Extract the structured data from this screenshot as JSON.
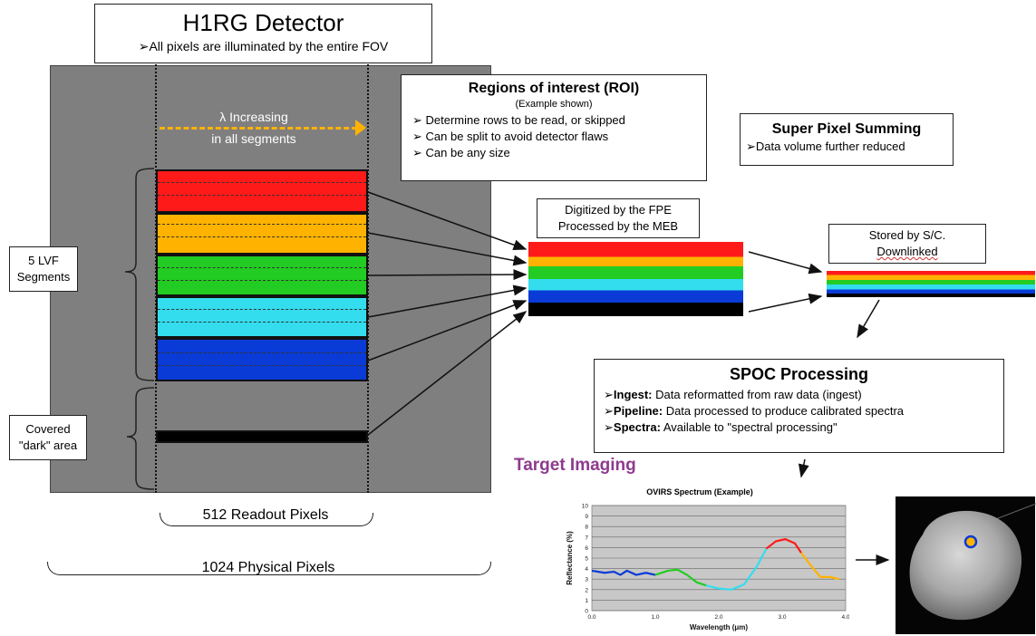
{
  "detector": {
    "title": "H1RG Detector",
    "subtitle": "➢All pixels are illuminated by the entire FOV",
    "lambda_line1": "λ Increasing",
    "lambda_line2": "in all segments",
    "segments_label_line1": "5 LVF",
    "segments_label_line2": "Segments",
    "dark_label_line1": "Covered",
    "dark_label_line2": "\"dark\" area",
    "readout_pixels": "512 Readout Pixels",
    "physical_pixels": "1024 Physical Pixels"
  },
  "roi": {
    "title": "Regions of interest (ROI)",
    "subtitle": "(Example shown)",
    "bullets": [
      "➢ Determine rows to be read, or skipped",
      "➢ Can be split to avoid detector flaws",
      "➢ Can be any size"
    ]
  },
  "summing": {
    "title": "Super Pixel Summing",
    "bullet": "➢Data volume further reduced"
  },
  "fpe": {
    "line1": "Digitized by the FPE",
    "line2": "Processed by the MEB"
  },
  "stored": {
    "line1": "Stored by S/C.",
    "line2": "Downlinked"
  },
  "spoc": {
    "title": "SPOC Processing",
    "items": [
      {
        "key": "➢Ingest:",
        "text": " Data reformatted from raw data (ingest)"
      },
      {
        "key": "➢Pipeline:",
        "text": " Data processed to produce calibrated spectra"
      },
      {
        "key": "➢Spectra:",
        "text": " Available to \"spectral processing\""
      }
    ]
  },
  "target_imaging": "Target Imaging",
  "colors": {
    "red": "#ff1a1a",
    "orange": "#ffb300",
    "green": "#22cc22",
    "cyan": "#33ddee",
    "blue": "#0a3bd6",
    "purple": "#8e3a8e",
    "detector_gray": "#7f7f7f"
  },
  "chart_data": {
    "type": "line",
    "title": "OVIRS Spectrum (Example)",
    "xlabel": "Wavelength (μm)",
    "ylabel": "Reflectance (%)",
    "xlim": [
      0,
      4.0
    ],
    "ylim": [
      0,
      10
    ],
    "xticks": [
      "0.0",
      "1.0",
      "2.0",
      "3.0",
      "4.0"
    ],
    "yticks": [
      "0",
      "1",
      "2",
      "3",
      "4",
      "5",
      "6",
      "7",
      "8",
      "9",
      "10"
    ],
    "grid": true,
    "series": [
      {
        "color": "#0a3bd6",
        "x": [
          0.0,
          0.2,
          0.35,
          0.45,
          0.55,
          0.7,
          0.85,
          1.0
        ],
        "y": [
          3.8,
          3.6,
          3.7,
          3.4,
          3.8,
          3.4,
          3.6,
          3.4
        ]
      },
      {
        "color": "#22cc22",
        "x": [
          1.0,
          1.2,
          1.35,
          1.5,
          1.65,
          1.8
        ],
        "y": [
          3.4,
          3.8,
          3.9,
          3.4,
          2.7,
          2.4
        ]
      },
      {
        "color": "#33ddee",
        "x": [
          1.8,
          2.0,
          2.2,
          2.4,
          2.6,
          2.75
        ],
        "y": [
          2.4,
          2.1,
          2.0,
          2.5,
          4.2,
          5.9
        ]
      },
      {
        "color": "#ff1a1a",
        "x": [
          2.75,
          2.9,
          3.05,
          3.2,
          3.3
        ],
        "y": [
          5.9,
          6.6,
          6.8,
          6.4,
          5.5
        ]
      },
      {
        "color": "#ffb300",
        "x": [
          3.3,
          3.45,
          3.6,
          3.75,
          3.9
        ],
        "y": [
          5.5,
          4.3,
          3.2,
          3.2,
          3.0
        ]
      }
    ]
  }
}
